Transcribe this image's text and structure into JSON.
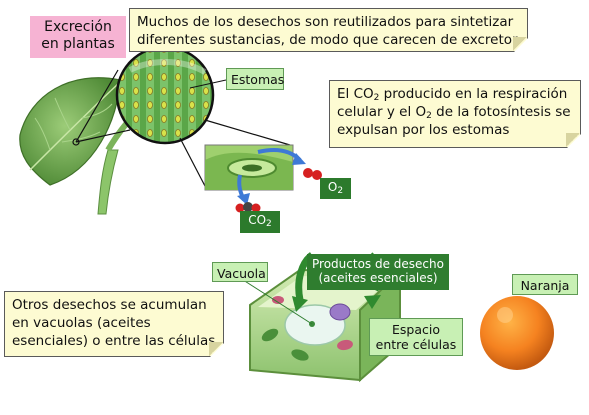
{
  "title": "Excreción en plantas",
  "notes": {
    "reuse": "Muchos de los desechos son reutilizados para sintetizar diferentes sustancias, de modo que carecen de excretor",
    "gases_part1": "El CO",
    "gases_part2": " producido en la respiración celular y el O",
    "gases_part3": " de la fotosíntesis se expulsan por los estomas",
    "vacuoles": "Otros desechos se acumulan en vacuolas (aceites esenciales) o entre las células"
  },
  "labels": {
    "estomas": "Estomas",
    "o2": "O",
    "co2": "CO",
    "sub2": "2",
    "vacuola": "Vacuola",
    "productos": "Productos de desecho (aceites esenciales)",
    "espacio": "Espacio entre células",
    "naranja": "Naranja"
  },
  "colors": {
    "title_bg": "#f6b3d3",
    "note_bg": "#fdfbd2",
    "label_green": "#c8f0b4",
    "label_dark_green": "#2f7d2f",
    "leaf": "#6aa84f",
    "orange": "#f58220"
  }
}
